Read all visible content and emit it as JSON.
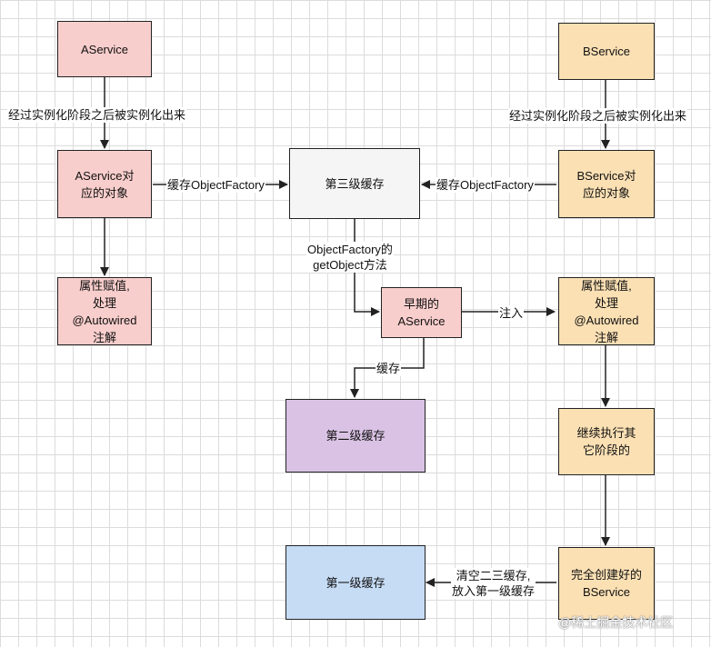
{
  "nodes": {
    "aservice": "AService",
    "bservice": "BService",
    "aservice_object": "AService对\n应的对象",
    "bservice_object": "BService对\n应的对象",
    "third_cache": "第三级缓存",
    "a_populate": "属性赋值,\n处理\n@Autowired\n注解",
    "b_populate": "属性赋值,\n处理\n@Autowired\n注解",
    "early_aservice": "早期的\nAService",
    "second_cache": "第二级缓存",
    "continue_phases": "继续执行其\n它阶段的",
    "complete_bservice": "完全创建好的\nBService",
    "first_cache": "第一级缓存"
  },
  "edges": {
    "a_instantiate": "经过实例化阶段之后被实例化出来",
    "b_instantiate": "经过实例化阶段之后被实例化出来",
    "a_cache_factory": "缓存ObjectFactory",
    "b_cache_factory": "缓存ObjectFactory",
    "get_object": "ObjectFactory的\ngetObject方法",
    "inject": "注入",
    "cache": "缓存",
    "clear_and_put": "清空二三缓存,\n放入第一级缓存"
  },
  "watermark": "@稀土掘金技术社区",
  "colors": {
    "pink": "#f8cecc",
    "orange": "#fbe0b4",
    "gray": "#f5f5f5",
    "purple": "#d9c2e4",
    "blue": "#c6dcf5",
    "line": "#222222"
  }
}
